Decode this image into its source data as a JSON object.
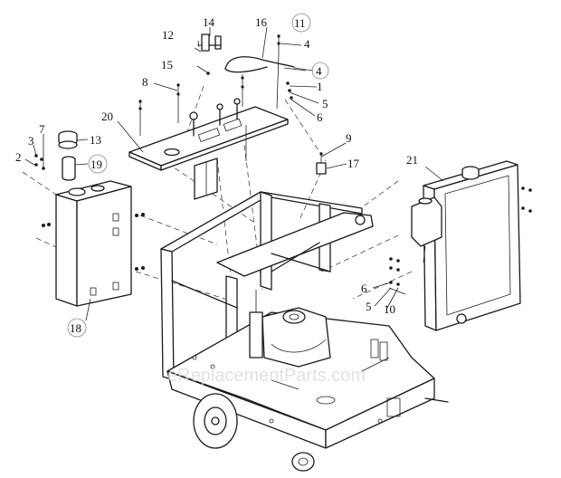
{
  "callouts": [
    {
      "id": "c14",
      "text": "14"
    },
    {
      "id": "c16",
      "text": "16"
    },
    {
      "id": "c11",
      "text": "11",
      "circled": true
    },
    {
      "id": "c12",
      "text": "12"
    },
    {
      "id": "c4a",
      "text": "4"
    },
    {
      "id": "c15",
      "text": "15"
    },
    {
      "id": "c4b",
      "text": "4",
      "circled": true
    },
    {
      "id": "c8",
      "text": "8"
    },
    {
      "id": "c1",
      "text": "1"
    },
    {
      "id": "c5a",
      "text": "5"
    },
    {
      "id": "c20",
      "text": "20"
    },
    {
      "id": "c6a",
      "text": "6"
    },
    {
      "id": "c7",
      "text": "7"
    },
    {
      "id": "c3",
      "text": "3"
    },
    {
      "id": "c13",
      "text": "13"
    },
    {
      "id": "c2",
      "text": "2"
    },
    {
      "id": "c19",
      "text": "19",
      "circled": true
    },
    {
      "id": "c9",
      "text": "9"
    },
    {
      "id": "c17",
      "text": "17"
    },
    {
      "id": "c21",
      "text": "21"
    },
    {
      "id": "c18",
      "text": "18",
      "circled": true
    },
    {
      "id": "c6b",
      "text": "6"
    },
    {
      "id": "c5b",
      "text": "5"
    },
    {
      "id": "c10",
      "text": "10"
    }
  ],
  "watermark": "eReplacementParts.com",
  "colors": {
    "line": "#1a1a1a",
    "background": "#ffffff",
    "watermark": "#d8d8d8"
  }
}
